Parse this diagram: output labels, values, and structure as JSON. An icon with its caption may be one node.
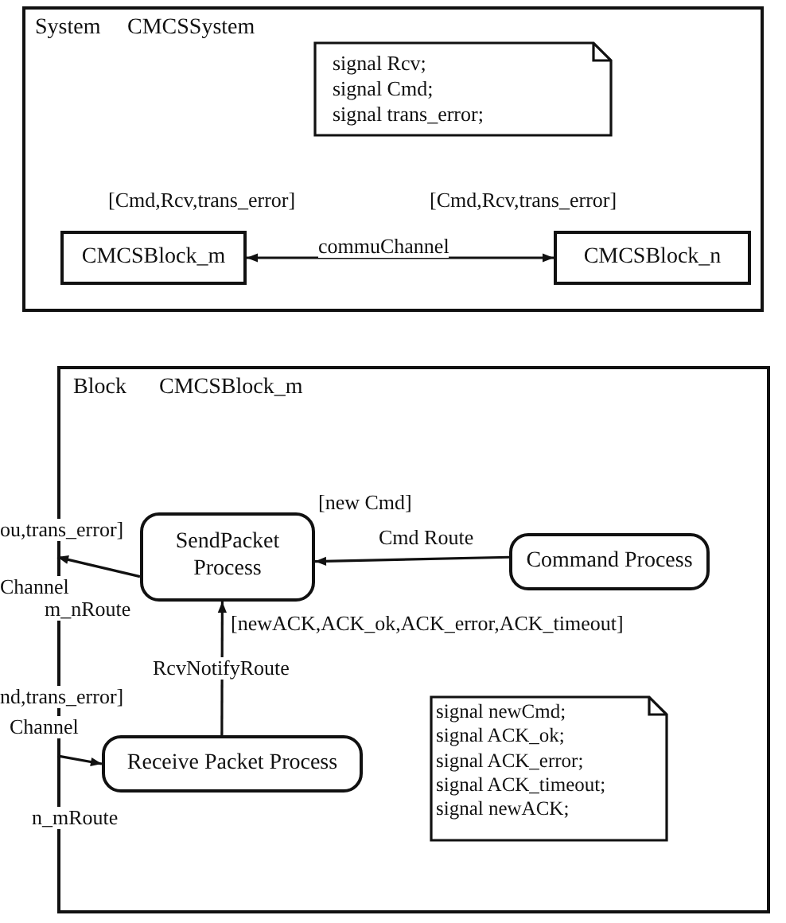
{
  "diagram": {
    "nodes": [
      {
        "text": [
          "System",
          "CMCSSystem"
        ]
      },
      {
        "text": [
          "signal Rcv;",
          "signal Cmd;",
          "signal trans_error;"
        ],
        "in": 0
      },
      {
        "text": [
          "CMCSBlock_m"
        ],
        "in": 0,
        "beside": [
          "[Cmd,Rcv,trans_error]"
        ]
      },
      {
        "text": [
          "CMCSBlock_n"
        ],
        "in": 0,
        "beside": [
          "[Cmd,Rcv,trans_error]"
        ]
      },
      {
        "text": [
          "Block",
          "CMCSBlock_m"
        ]
      },
      {
        "text": [
          "SendPacket Process"
        ],
        "in": 4
      },
      {
        "text": [
          "Command Process"
        ],
        "in": 4
      },
      {
        "text": [
          "Receive Packet Process"
        ],
        "in": 4
      },
      {
        "text": [
          "signal newCmd;",
          "signal ACK_ok;",
          "signal ACK_error;",
          "signal ACK_timeout;",
          "signal newACK;"
        ],
        "in": 4
      }
    ],
    "edges": [
      {
        "from": 2,
        "to": 3,
        "arrow": "both",
        "label": "commuChannel"
      },
      {
        "from": 6,
        "to": 5,
        "arrow": "to",
        "label": "Cmd Route"
      },
      {
        "from": 5,
        "to": 4,
        "arrow": "to",
        "label": "m_nRoute"
      },
      {
        "from": 7,
        "to": 5,
        "arrow": "to",
        "label": "RcvNotifyRoute"
      },
      {
        "from": 4,
        "to": 7,
        "arrow": "to",
        "label": "n_mRoute"
      }
    ],
    "labels": [
      "[new Cmd]",
      "ou,trans_error]",
      "Channel",
      "[newACK,ACK_ok,ACK_error,ACK_timeout]",
      "nd,trans_error]",
      "Channel"
    ]
  }
}
